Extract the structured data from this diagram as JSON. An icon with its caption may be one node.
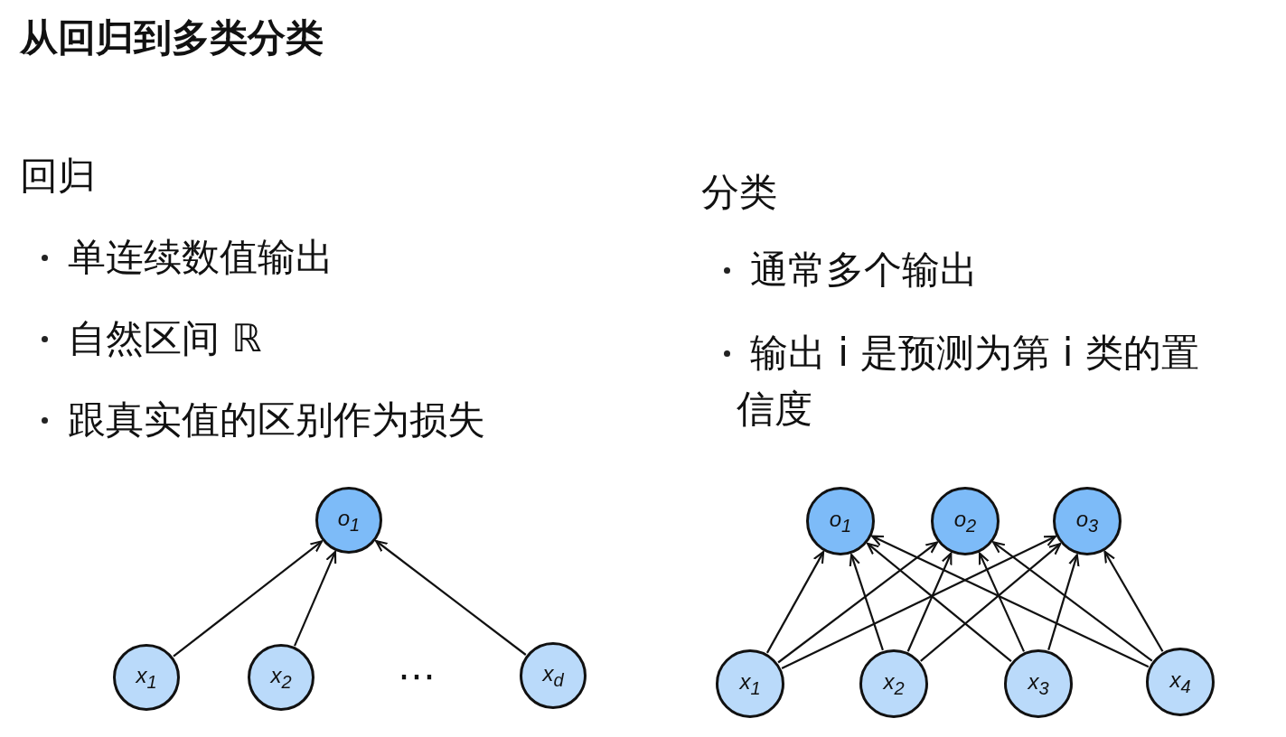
{
  "diagram": {
    "title": "从回归到多类分类",
    "nodes": [
      {
        "text": [
          "o$_{1}$"
        ]
      },
      {
        "text": [
          "x$_{1}$"
        ]
      },
      {
        "text": [
          "x$_{2}$"
        ]
      },
      {
        "text": [
          "x$_{d}$"
        ]
      },
      {
        "text": [
          "o$_{1}$"
        ]
      },
      {
        "text": [
          "o$_{2}$"
        ]
      },
      {
        "text": [
          "o$_{3}$"
        ]
      },
      {
        "text": [
          "x$_{1}$"
        ]
      },
      {
        "text": [
          "x$_{2}$"
        ]
      },
      {
        "text": [
          "x$_{3}$"
        ]
      },
      {
        "text": [
          "x$_{4}$"
        ]
      }
    ],
    "edges": [
      {
        "from": 1,
        "to": 0,
        "arrow": "to"
      },
      {
        "from": 2,
        "to": 0,
        "arrow": "to"
      },
      {
        "from": 3,
        "to": 0,
        "arrow": "to"
      },
      {
        "from": 7,
        "to": 4,
        "arrow": "to"
      },
      {
        "from": 7,
        "to": 5,
        "arrow": "to"
      },
      {
        "from": 7,
        "to": 6,
        "arrow": "to"
      },
      {
        "from": 8,
        "to": 4,
        "arrow": "to"
      },
      {
        "from": 8,
        "to": 5,
        "arrow": "to"
      },
      {
        "from": 8,
        "to": 6,
        "arrow": "to"
      },
      {
        "from": 9,
        "to": 4,
        "arrow": "to"
      },
      {
        "from": 9,
        "to": 5,
        "arrow": "to"
      },
      {
        "from": 9,
        "to": 6,
        "arrow": "to"
      },
      {
        "from": 10,
        "to": 4,
        "arrow": "to"
      },
      {
        "from": 10,
        "to": 5,
        "arrow": "to"
      },
      {
        "from": 10,
        "to": 6,
        "arrow": "to"
      }
    ],
    "labels": [
      "回归",
      "单连续数值输出",
      "自然区间 ℝ",
      "跟真实值的区别作为损失",
      "分类",
      "通常多个输出",
      "输出 i 是预测为第 i 类的置信度",
      "⋯"
    ]
  }
}
